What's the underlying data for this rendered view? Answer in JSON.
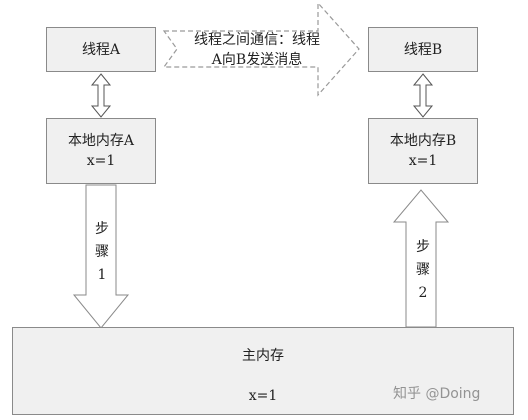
{
  "thread_a": {
    "label": "线程A"
  },
  "thread_b": {
    "label": "线程B"
  },
  "local_a": {
    "label": "本地内存A",
    "value": "x=1"
  },
  "local_b": {
    "label": "本地内存B",
    "value": "x=1"
  },
  "message": {
    "line1": "线程之间通信：线程",
    "line2": "A向B发送消息"
  },
  "step_a": {
    "char1": "步",
    "char2": "骤",
    "num": "1"
  },
  "step_b": {
    "char1": "步",
    "char2": "骤",
    "num": "2"
  },
  "main_memory": {
    "label": "主内存",
    "value": "x=1"
  },
  "watermark": {
    "text": "知乎 @Doing"
  },
  "colors": {
    "box_fill": "#f0f0f0",
    "border": "#8a8a8a",
    "dashed": "#9a9a9a"
  }
}
